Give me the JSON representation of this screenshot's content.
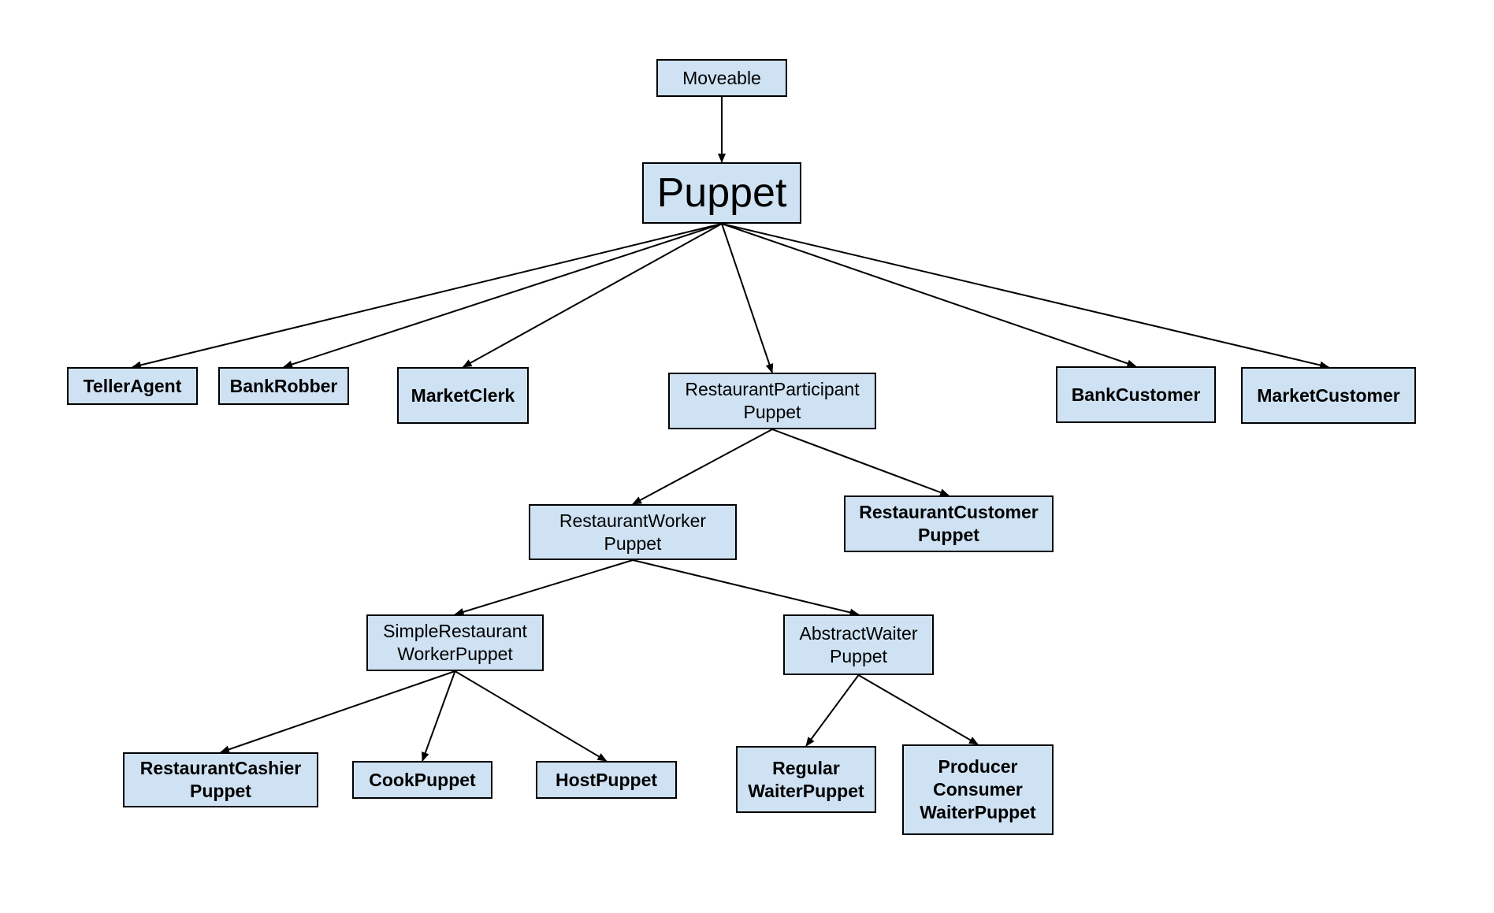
{
  "diagram": {
    "nodes": [
      {
        "id": "moveable",
        "label": "Moveable",
        "bold": false
      },
      {
        "id": "puppet",
        "label": "Puppet",
        "bold": false
      },
      {
        "id": "teller",
        "label": "TellerAgent",
        "bold": true
      },
      {
        "id": "robber",
        "label": "BankRobber",
        "bold": true
      },
      {
        "id": "mclerk",
        "label": "MarketClerk",
        "bold": true
      },
      {
        "id": "rpart",
        "label": "RestaurantParticipant\nPuppet",
        "bold": false
      },
      {
        "id": "bcust",
        "label": "BankCustomer",
        "bold": true
      },
      {
        "id": "mcust",
        "label": "MarketCustomer",
        "bold": true
      },
      {
        "id": "rworker",
        "label": "RestaurantWorker\nPuppet",
        "bold": false
      },
      {
        "id": "rcust",
        "label": "RestaurantCustomer\nPuppet",
        "bold": true
      },
      {
        "id": "simple",
        "label": "SimpleRestaurant\nWorkerPuppet",
        "bold": false
      },
      {
        "id": "awaiter",
        "label": "AbstractWaiter\nPuppet",
        "bold": false
      },
      {
        "id": "cashier",
        "label": "RestaurantCashier\nPuppet",
        "bold": true
      },
      {
        "id": "cook",
        "label": "CookPuppet",
        "bold": true
      },
      {
        "id": "host",
        "label": "HostPuppet",
        "bold": true
      },
      {
        "id": "regular",
        "label": "Regular\nWaiterPuppet",
        "bold": true
      },
      {
        "id": "producer",
        "label": "Producer\nConsumer\nWaiterPuppet",
        "bold": true
      }
    ],
    "edges": [
      [
        "moveable",
        "puppet"
      ],
      [
        "puppet",
        "teller"
      ],
      [
        "puppet",
        "robber"
      ],
      [
        "puppet",
        "mclerk"
      ],
      [
        "puppet",
        "rpart"
      ],
      [
        "puppet",
        "bcust"
      ],
      [
        "puppet",
        "mcust"
      ],
      [
        "rpart",
        "rworker"
      ],
      [
        "rpart",
        "rcust"
      ],
      [
        "rworker",
        "simple"
      ],
      [
        "rworker",
        "awaiter"
      ],
      [
        "simple",
        "cashier"
      ],
      [
        "simple",
        "cook"
      ],
      [
        "simple",
        "host"
      ],
      [
        "awaiter",
        "regular"
      ],
      [
        "awaiter",
        "producer"
      ]
    ],
    "colors": {
      "node_fill": "#cfe2f3",
      "stroke": "#000000"
    }
  }
}
